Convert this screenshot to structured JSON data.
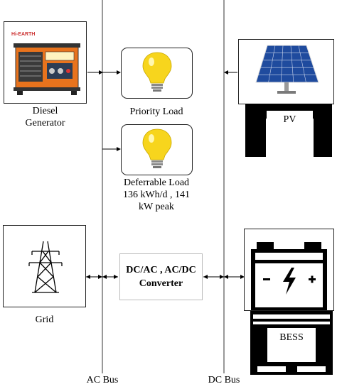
{
  "diesel": {
    "line1": "Diesel",
    "line2": "Generator",
    "brand": "Hi-EARTH"
  },
  "priority_load": {
    "label": "Priority Load"
  },
  "deferrable_load": {
    "line1": "Deferrable Load",
    "line2": "136 kWh/d , 141",
    "line3": "kW peak"
  },
  "pv": {
    "label": "PV"
  },
  "grid": {
    "label": "Grid"
  },
  "converter": {
    "line1": "DC/AC , AC/DC",
    "line2": "Converter"
  },
  "bess": {
    "label": "BESS"
  },
  "buses": {
    "ac": "AC Bus",
    "dc": "DC Bus"
  }
}
